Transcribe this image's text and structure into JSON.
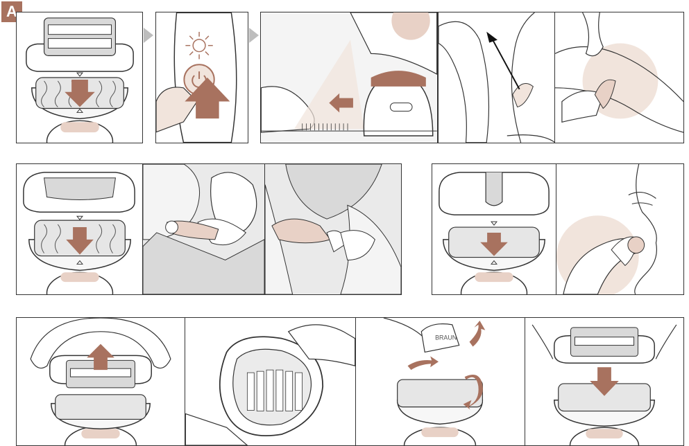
{
  "section": {
    "label": "A"
  },
  "colors": {
    "accent_brown": "#a8725f",
    "skin_light": "#e8d1c6",
    "skin_pale": "#f1e4dc",
    "line": "#333333",
    "grey_fill": "#d9d9d9",
    "grey_mid": "#bdbdbd"
  },
  "rows": [
    {
      "name": "row-1",
      "panels": [
        "epilator-head-with-cap",
        "power-on-button",
        "skin-light-detection",
        "leg-epilation-upward",
        "leg-stretch-skin"
      ]
    },
    {
      "name": "row-2",
      "panels": [
        "efficiency-cap-attach",
        "underarm-epilation",
        "bikini-epilation"
      ]
    },
    {
      "name": "row-2b",
      "panels": [
        "facial-cap-attach",
        "facial-epilation"
      ]
    },
    {
      "name": "row-3",
      "panels": [
        "remove-head",
        "brush-cleaning",
        "brush-rollers",
        "reattach-head"
      ]
    }
  ],
  "brush_brand": "BRAUN"
}
